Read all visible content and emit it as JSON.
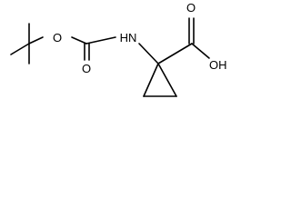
{
  "structure": {
    "atoms": {
      "ester_oxygen": "O",
      "carbonyl_oxygen_carbamate": "O",
      "amine": "HN",
      "carbonyl_oxygen_acid": "O",
      "hydroxyl": "OH"
    }
  }
}
